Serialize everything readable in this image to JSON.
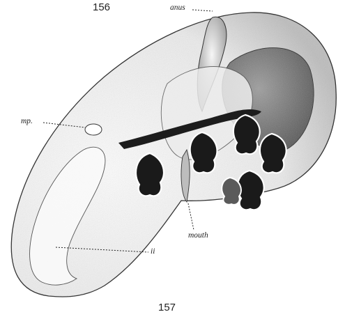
{
  "figure": {
    "number_top": "156",
    "number_bottom": "157"
  },
  "labels": {
    "anus": "anus",
    "mp": "mp.",
    "mouth": "mouth",
    "ii": "ii"
  },
  "colors": {
    "outline": "#2a2a2a",
    "stipple_dark": "#6f6f6f",
    "tentacle_dark": "#1a1a1a"
  }
}
